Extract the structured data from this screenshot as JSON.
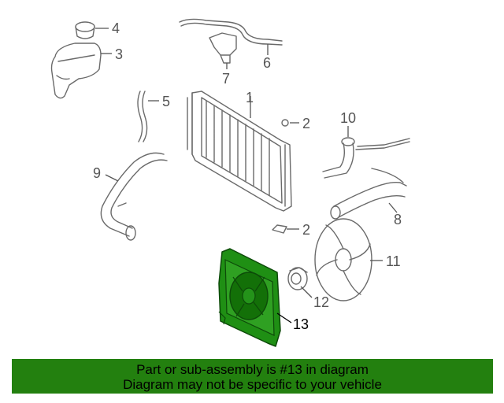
{
  "callouts": {
    "c1": "1",
    "c2a": "2",
    "c2b": "2",
    "c3": "3",
    "c4": "4",
    "c5": "5",
    "c6": "6",
    "c7": "7",
    "c8": "8",
    "c9": "9",
    "c10": "10",
    "c11": "11",
    "c12": "12",
    "c13": "13"
  },
  "highlight": {
    "part_number": "13",
    "color": "#23800f"
  },
  "banner": {
    "line1": "Part or sub-assembly is #13 in diagram",
    "line2": "Diagram may not be specific to your vehicle",
    "background": "#23800f"
  }
}
